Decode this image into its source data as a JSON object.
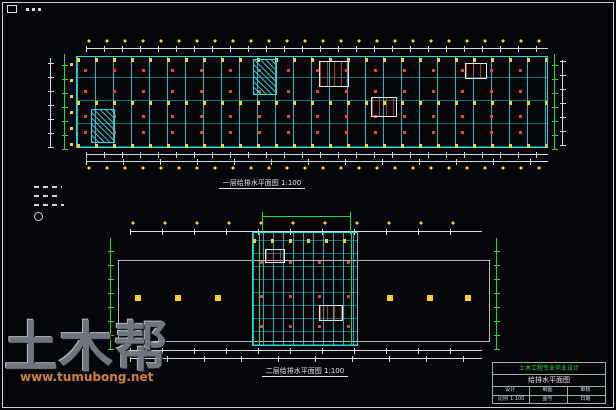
{
  "captions": {
    "plan1": "一层给排水平面图 1:100",
    "plan2": "二层给排水平面图 1:100"
  },
  "watermark": {
    "text": "土木帮",
    "url": "www.tumubong.net"
  },
  "title_block": {
    "title": "土木工程专业毕业设计",
    "drawing_name": "给排水平面图",
    "cells": [
      {
        "label": "设计",
        "value": ""
      },
      {
        "label": "制图",
        "value": ""
      },
      {
        "label": "审核",
        "value": ""
      },
      {
        "label": "比例",
        "value": "1:100"
      },
      {
        "label": "图号",
        "value": ""
      },
      {
        "label": "日期",
        "value": ""
      }
    ]
  },
  "colors": {
    "background": "#04060a",
    "frame": "#c9ced3",
    "grid_cyan": "#1fdbe2",
    "marker_yellow": "#ffd21a",
    "dimension_green": "#27d937",
    "fixture_red": "#ff3b30",
    "watermark_gray": "#787f86",
    "watermark_orange": "#cf7f3c",
    "title_green": "#35d04a"
  }
}
